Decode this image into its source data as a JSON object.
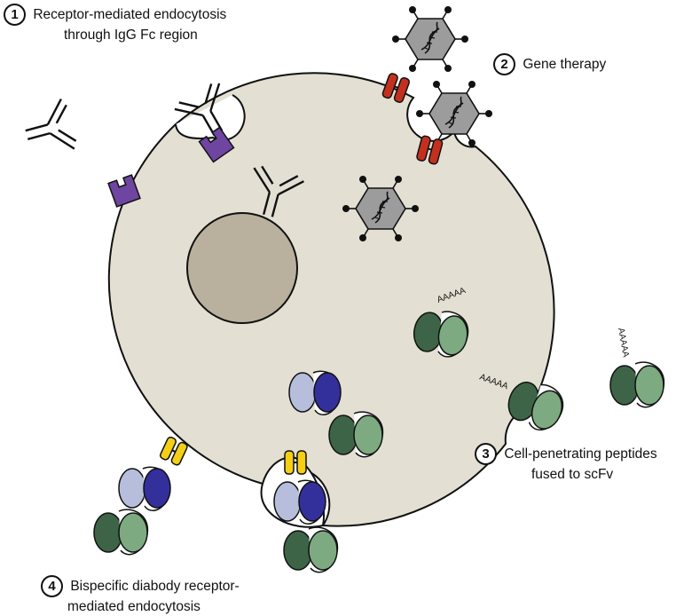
{
  "labels": {
    "l1": {
      "number": "1",
      "line1": "Receptor-mediated endocytosis",
      "line2": "through IgG Fc region"
    },
    "l2": {
      "number": "2",
      "line1": "Gene therapy"
    },
    "l3": {
      "number": "3",
      "line1": "Cell-penetrating peptides",
      "line2": "fused to scFv"
    },
    "l4": {
      "number": "4",
      "line1": "Bispecific diabody receptor-",
      "line2": "mediated endocytosis"
    }
  },
  "peptide_tags": [
    "AAAAA",
    "AAAAA",
    "AAAAA"
  ],
  "colors": {
    "cell_body": "#e3dfd2",
    "nucleus": "#bab09e",
    "fc_receptor": "#6e45a0",
    "viral_receptor": "#c4301e",
    "diabody_receptor": "#f4cf14",
    "vector_capsid": "#9c9c9c",
    "scfv_dark_green": "#3d6446",
    "scfv_light_green": "#7daa80",
    "diabody_light_blue": "#b6bedc",
    "diabody_dark_blue": "#33309c"
  },
  "icons": [
    "antibody-icon",
    "receptor-icon",
    "viral-vector-icon",
    "scfv-icon",
    "diabody-icon"
  ]
}
